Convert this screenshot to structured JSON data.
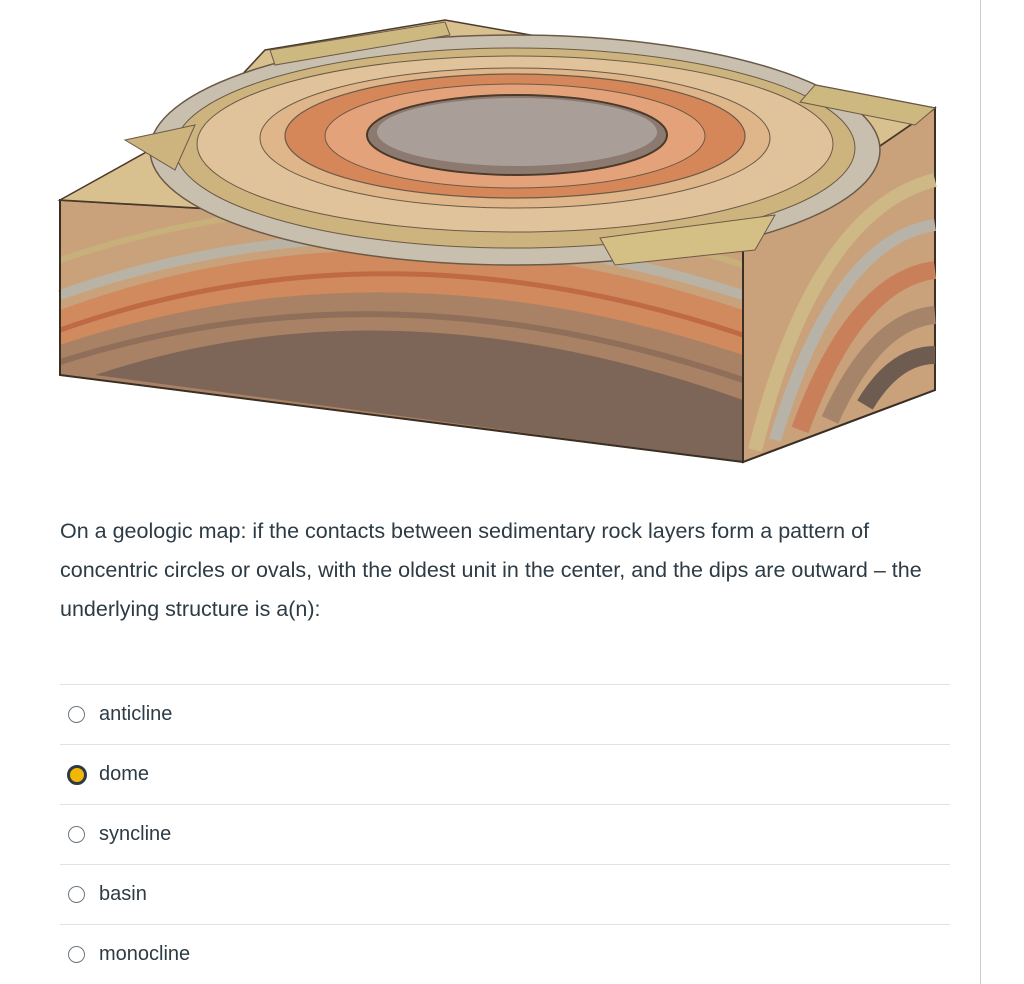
{
  "question": {
    "text": "On a geologic map: if the contacts between sedimentary rock layers form a pattern of concentric circles or ovals, with the oldest unit in the center, and the dips are outward – the underlying structure is a(n):"
  },
  "answers": [
    {
      "label": "anticline",
      "selected": false
    },
    {
      "label": "dome",
      "selected": true
    },
    {
      "label": "syncline",
      "selected": false
    },
    {
      "label": "basin",
      "selected": false
    },
    {
      "label": "monocline",
      "selected": false
    }
  ],
  "colors": {
    "text": "#2d3b45",
    "selected_radio_fill": "#f2b705",
    "divider": "#dfe3e6",
    "panel_border": "#c7cdd1"
  }
}
